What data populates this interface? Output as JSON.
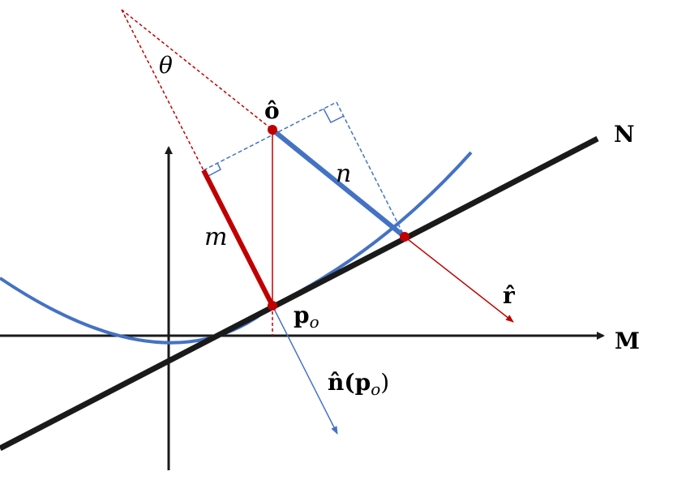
{
  "labels": {
    "theta": "θ",
    "o_hat": "ô",
    "N_axis": "N",
    "M_axis": "M",
    "m": "m",
    "n": "n",
    "p_main": "p",
    "p_sub": "o",
    "r_hat": "r̂",
    "normal_pre": "n̂(",
    "normal_p": "p",
    "normal_sub": "o",
    "normal_post": ")"
  },
  "colors": {
    "axis": "#1a1a1a",
    "curve": "#4472c4",
    "red": "#c00000",
    "black_line": "#1a1a1a"
  }
}
